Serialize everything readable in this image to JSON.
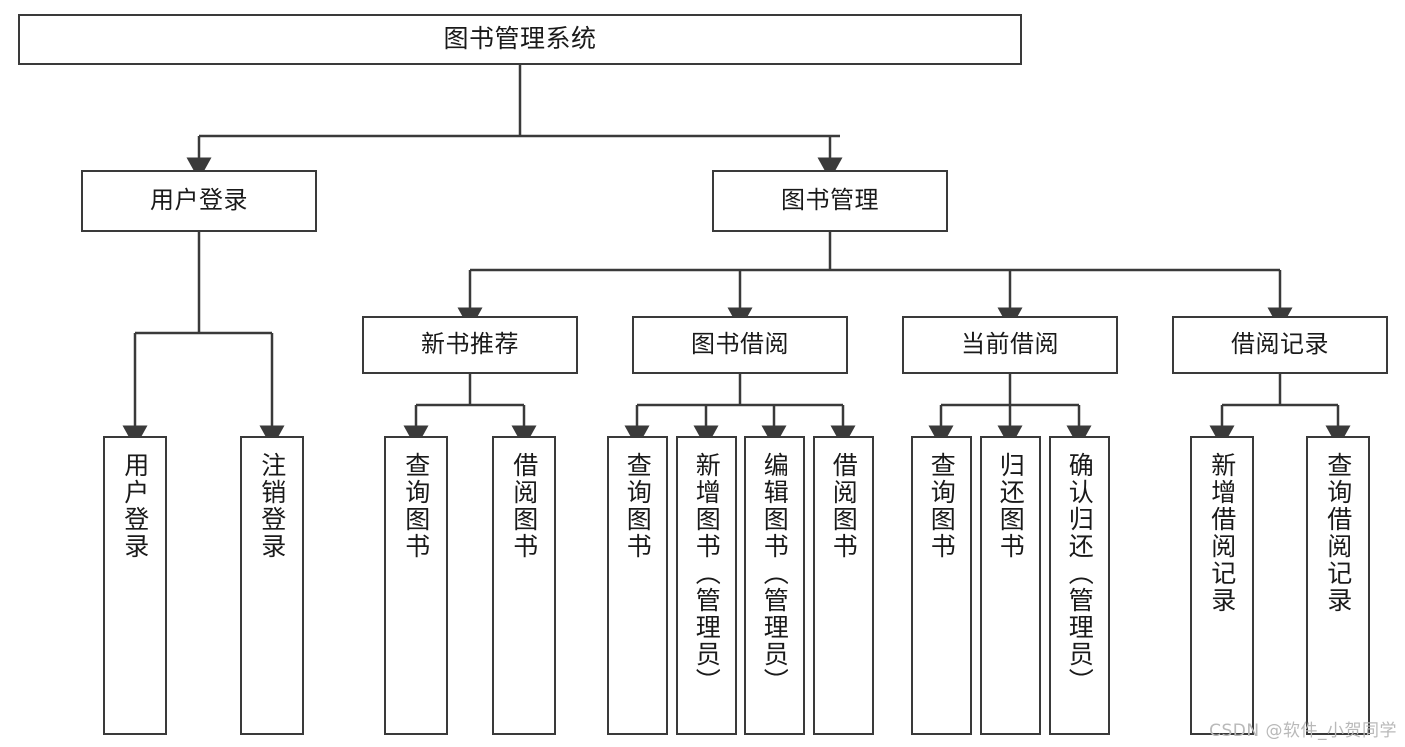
{
  "diagram": {
    "type": "tree",
    "title": "图书管理系统",
    "watermark": "CSDN @软件_小贺同学",
    "root": {
      "label": "图书管理系统"
    },
    "level2": [
      {
        "label": "用户登录"
      },
      {
        "label": "图书管理"
      }
    ],
    "level3": [
      {
        "label": "新书推荐"
      },
      {
        "label": "图书借阅"
      },
      {
        "label": "当前借阅"
      },
      {
        "label": "借阅记录"
      }
    ],
    "leaves": {
      "user_login": [
        {
          "label": "用户登录"
        },
        {
          "label": "注销登录"
        }
      ],
      "new_book_recommend": [
        {
          "label": "查询图书"
        },
        {
          "label": "借阅图书"
        }
      ],
      "book_borrow": [
        {
          "label": "查询图书"
        },
        {
          "label": "新增图书（管理员）"
        },
        {
          "label": "编辑图书（管理员）"
        },
        {
          "label": "借阅图书"
        }
      ],
      "current_borrow": [
        {
          "label": "查询图书"
        },
        {
          "label": "归还图书"
        },
        {
          "label": "确认归还（管理员）"
        }
      ],
      "borrow_record": [
        {
          "label": "新增借阅记录"
        },
        {
          "label": "查询借阅记录"
        }
      ]
    }
  },
  "colors": {
    "stroke": "#3a3a3a",
    "fill": "#ffffff",
    "text": "#1a1a1a",
    "watermark": "#b9b9b9"
  }
}
